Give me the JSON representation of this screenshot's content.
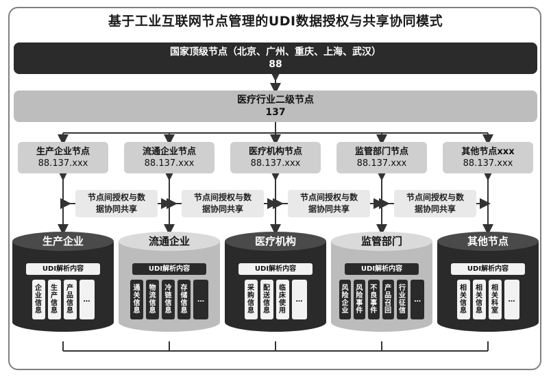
{
  "title": "基于工业互联网节点管理的UDI数据授权与共享协同模式",
  "national": {
    "label": "国家顶级节点（北京、广州、重庆、上海、武汉）",
    "code": "88"
  },
  "secondary": {
    "label": "医疗行业二级节点",
    "code": "137"
  },
  "nodes": [
    {
      "label": "生产企业节点",
      "code": "88.137.xxx"
    },
    {
      "label": "流通企业节点",
      "code": "88.137.xxx"
    },
    {
      "label": "医疗机构节点",
      "code": "88.137.xxx"
    },
    {
      "label": "监管部门节点",
      "code": "88.137.xxx"
    },
    {
      "label": "其他节点xxx",
      "code": "88.137.xxx"
    }
  ],
  "share_label_line1": "节点间授权与数",
  "share_label_line2": "据协同共享",
  "udi_label": "UDI解析内容",
  "cylinders": [
    {
      "label": "生产企业",
      "theme": "dark",
      "items": [
        "企业信息",
        "生产信息",
        "产品信息",
        "…"
      ]
    },
    {
      "label": "流通企业",
      "theme": "light",
      "items": [
        "通关信息",
        "物流信息",
        "冷链信息",
        "存储信息",
        "…"
      ]
    },
    {
      "label": "医疗机构",
      "theme": "dark",
      "items": [
        "采购信息",
        "配送信息",
        "临床使用",
        "…"
      ]
    },
    {
      "label": "监管部门",
      "theme": "light",
      "items": [
        "风险企业",
        "风险事件",
        "不良事件",
        "产品召回",
        "行业征信",
        "…"
      ]
    },
    {
      "label": "其他节点",
      "theme": "dark",
      "items": [
        "相关信息",
        "相关信息",
        "相关科室",
        "…"
      ]
    }
  ]
}
